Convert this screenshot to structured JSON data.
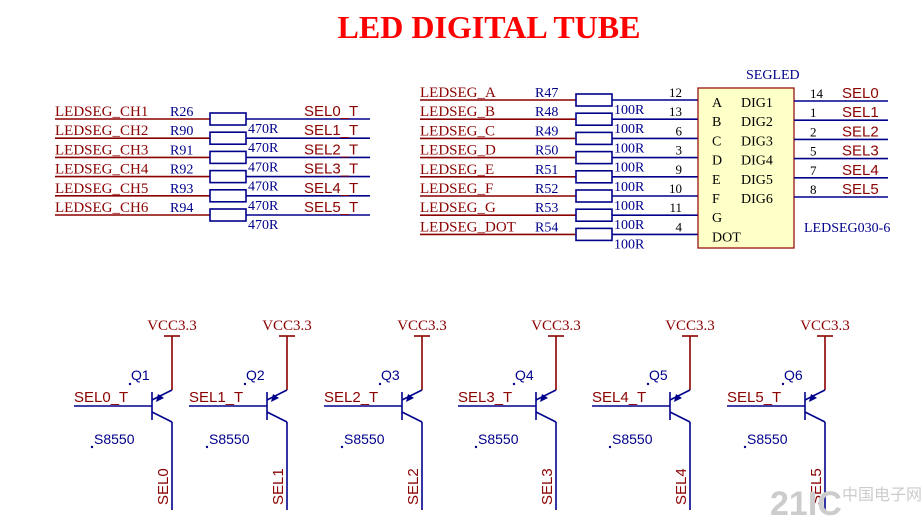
{
  "title": "LED DIGITAL TUBE",
  "left_group": {
    "nets": [
      "LEDSEG_CH1",
      "LEDSEG_CH2",
      "LEDSEG_CH3",
      "LEDSEG_CH4",
      "LEDSEG_CH5",
      "LEDSEG_CH6"
    ],
    "resistors": [
      "R26",
      "R90",
      "R91",
      "R92",
      "R93",
      "R94"
    ],
    "values": [
      "470R",
      "470R",
      "470R",
      "470R",
      "470R",
      "470R"
    ],
    "outputs": [
      "SEL0_T",
      "SEL1_T",
      "SEL2_T",
      "SEL3_T",
      "SEL4_T",
      "SEL5_T"
    ]
  },
  "right_group": {
    "nets": [
      "LEDSEG_A",
      "LEDSEG_B",
      "LEDSEG_C",
      "LEDSEG_D",
      "LEDSEG_E",
      "LEDSEG_F",
      "LEDSEG_G",
      "LEDSEG_DOT"
    ],
    "resistors": [
      "R47",
      "R48",
      "R49",
      "R50",
      "R51",
      "R52",
      "R53",
      "R54"
    ],
    "values": [
      "100R",
      "100R",
      "100R",
      "100R",
      "100R",
      "100R",
      "100R",
      "100R"
    ],
    "seg_pins": [
      "12",
      "13",
      "6",
      "3",
      "9",
      "10",
      "11",
      "4"
    ]
  },
  "display": {
    "refdes": "SEGLED",
    "part": "LEDSEG030-6",
    "seg_labels": [
      "A",
      "B",
      "C",
      "D",
      "E",
      "F",
      "G",
      "DOT"
    ],
    "dig_labels": [
      "DIG1",
      "DIG2",
      "DIG3",
      "DIG4",
      "DIG5",
      "DIG6"
    ],
    "dig_pins": [
      "14",
      "1",
      "2",
      "5",
      "7",
      "8"
    ],
    "dig_nets": [
      "SEL0",
      "SEL1",
      "SEL2",
      "SEL3",
      "SEL4",
      "SEL5"
    ]
  },
  "transistors": [
    {
      "ref": "Q1",
      "base": "SEL0_T",
      "part": "S8550",
      "vcc": "VCC3.3",
      "collector": "SEL0"
    },
    {
      "ref": "Q2",
      "base": "SEL1_T",
      "part": "S8550",
      "vcc": "VCC3.3",
      "collector": "SEL1"
    },
    {
      "ref": "Q3",
      "base": "SEL2_T",
      "part": "S8550",
      "vcc": "VCC3.3",
      "collector": "SEL2"
    },
    {
      "ref": "Q4",
      "base": "SEL3_T",
      "part": "S8550",
      "vcc": "VCC3.3",
      "collector": "SEL3"
    },
    {
      "ref": "Q5",
      "base": "SEL4_T",
      "part": "S8550",
      "vcc": "VCC3.3",
      "collector": "SEL4"
    },
    {
      "ref": "Q6",
      "base": "SEL5_T",
      "part": "S8550",
      "vcc": "VCC3.3",
      "collector": "SEL5"
    }
  ],
  "watermark": {
    "big": "21IC",
    "small": "中国电子网"
  }
}
